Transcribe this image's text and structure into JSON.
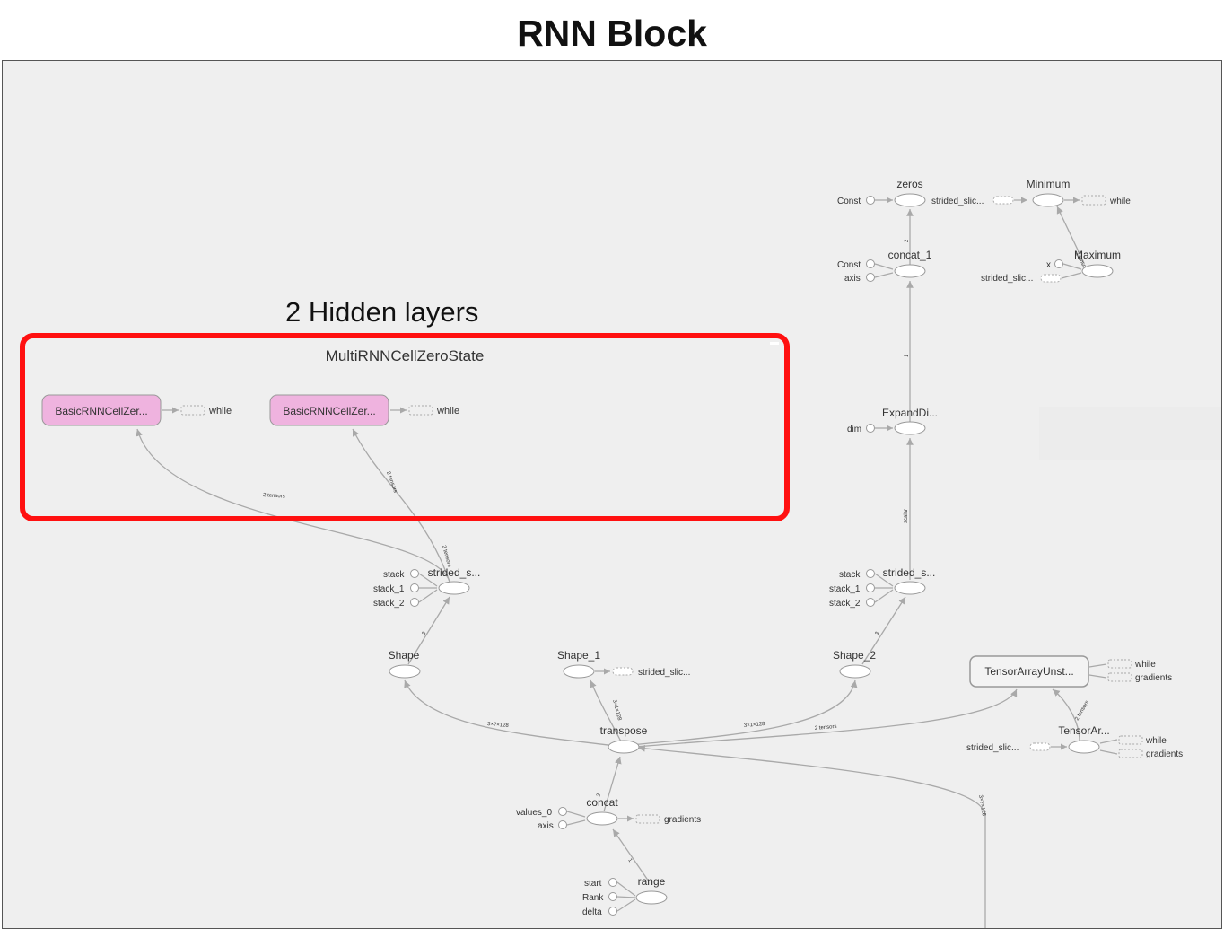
{
  "title": "RNN Block",
  "annotation": "2 Hidden layers",
  "colors": {
    "highlight": "#ff1010",
    "cell_fill": "#efb3df",
    "node_fill": "#ffffff",
    "edge": "#a9a9a9"
  },
  "group": {
    "label": "MultiRNNCellZeroState",
    "cells": [
      {
        "label": "BasicRNNCellZer...",
        "target": "while"
      },
      {
        "label": "BasicRNNCellZer...",
        "target": "while"
      }
    ],
    "edge_labels": [
      "2 tensors",
      "2 tensors"
    ]
  },
  "nodes": {
    "zeros": "zeros",
    "concat_1": "concat_1",
    "minimum": "Minimum",
    "maximum": "Maximum",
    "expand_dims": "ExpandDi...",
    "strided_slice_left": "strided_s...",
    "strided_slice_right": "strided_s...",
    "shape": "Shape",
    "shape_1": "Shape_1",
    "shape_2": "Shape_2",
    "transpose": "transpose",
    "concat": "concat",
    "range": "range",
    "tensor_array_unstack": "TensorArrayUnst...",
    "tensor_array": "TensorAr..."
  },
  "inputs": {
    "const": "Const",
    "axis": "axis",
    "strided_slic": "strided_slic...",
    "x": "x",
    "dim": "dim",
    "stack": "stack",
    "stack_1": "stack_1",
    "stack_2": "stack_2",
    "values_0": "values_0",
    "start": "start",
    "rank": "Rank",
    "delta": "delta"
  },
  "outputs": {
    "while": "while",
    "gradients": "gradients",
    "strided_slic": "strided_slic..."
  },
  "edge_labels": {
    "two_tensors": "2 tensors",
    "scalar": "scalar",
    "three": "3",
    "two": "2",
    "one": "1",
    "dims_small": "3×1×128",
    "dims_large": "3×?×128"
  }
}
